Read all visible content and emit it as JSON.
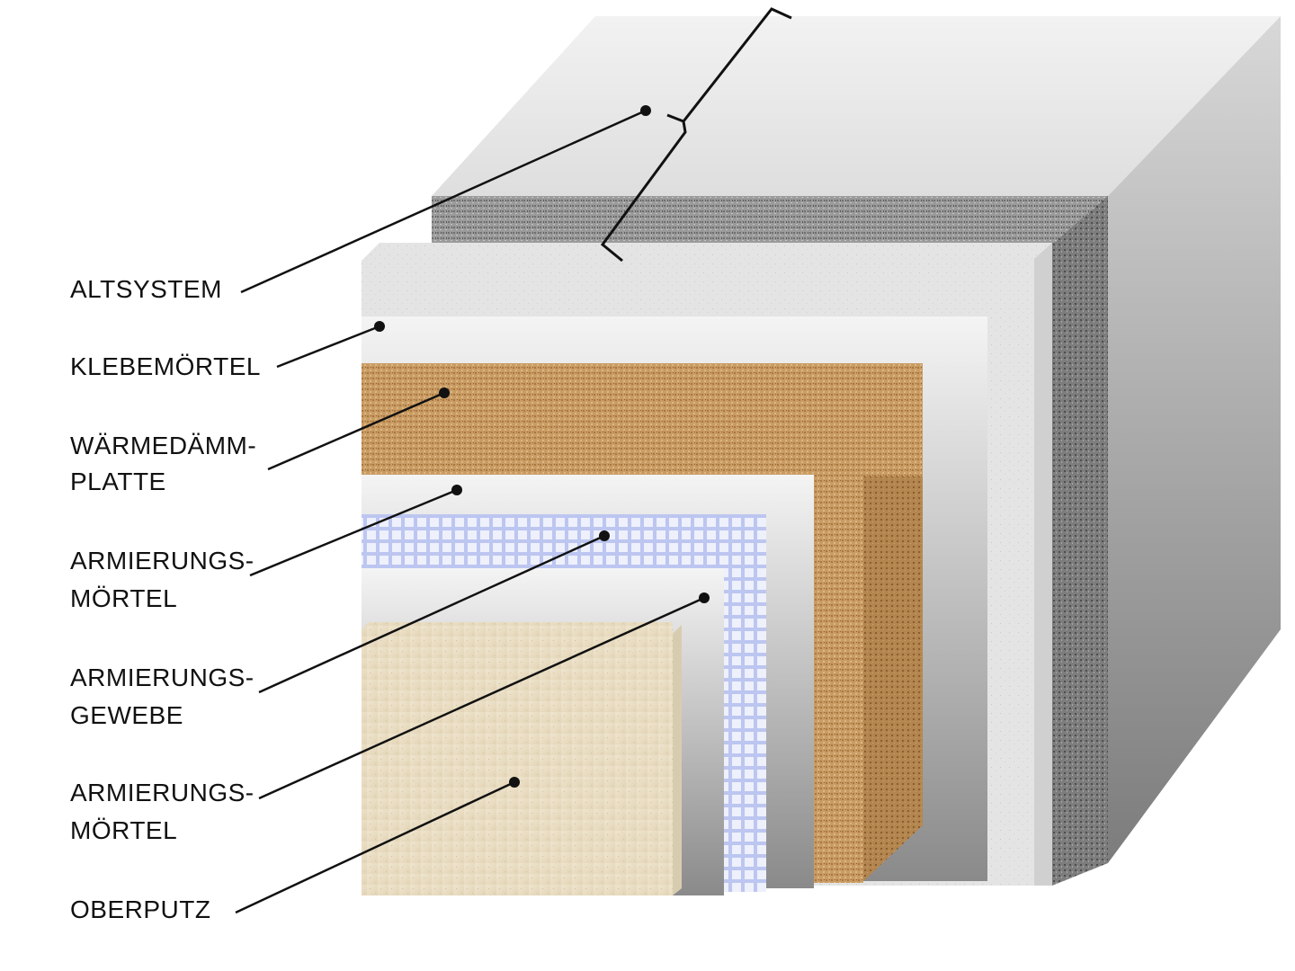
{
  "labels": {
    "altsystem": "ALTSYSTEM",
    "klebemoertel": "KLEBEMÖRTEL",
    "waermedaemm_1": "WÄRMEDÄMM-",
    "waermedaemm_2": "PLATTE",
    "armierungsmoertel1_1": "ARMIERUNGS-",
    "armierungsmoertel1_2": "MÖRTEL",
    "armierungsgewebe_1": "ARMIERUNGS-",
    "armierungsgewebe_2": "GEWEBE",
    "armierungsmoertel2_1": "ARMIERUNGS-",
    "armierungsmoertel2_2": "MÖRTEL",
    "oberputz": "OBERPUTZ"
  },
  "colors": {
    "wall_top": "#ebebeb",
    "wall_side": "#a8a8a8",
    "old_render": "#9a9a9a",
    "adhesive": "#e4e4e4",
    "insulation": "#c79a62",
    "mortar": "#f2f2f2",
    "mesh": "#b8c4f0",
    "finish": "#e8dcc2"
  }
}
